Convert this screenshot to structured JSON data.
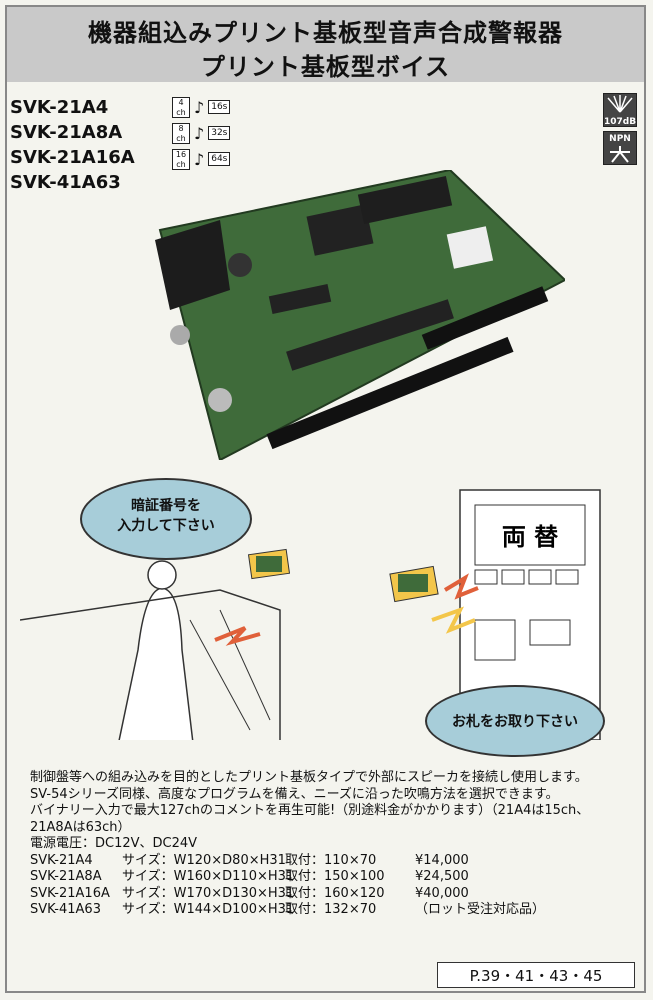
{
  "title": {
    "line1": "機器組込みプリント基板型音声合成警報器",
    "line2": "プリント基板型ボイス"
  },
  "models": [
    "SVK-21A4",
    "SVK-21A8A",
    "SVK-21A16A",
    "SVK-41A63"
  ],
  "model_specs": [
    {
      "channels": "4",
      "ch_unit": "ch",
      "seconds": "16s"
    },
    {
      "channels": "8",
      "ch_unit": "ch",
      "seconds": "32s"
    },
    {
      "channels": "16",
      "ch_unit": "ch",
      "seconds": "64s"
    }
  ],
  "side_icons": {
    "volume": "107dB",
    "output": "NPN"
  },
  "bubbles": {
    "left_line1": "暗証番号を",
    "left_line2": "入力して下さい",
    "right": "お札をお取り下さい"
  },
  "machine_sign": "両 替",
  "description": [
    "制御盤等への組み込みを目的としたプリント基板タイプで外部にスピーカを接続し使用します。",
    "SV-54シリーズ同様、高度なプログラムを備え、ニーズに沿った吹鳴方法を選択できます。",
    "バイナリー入力で最大127chのコメントを再生可能!（別途料金がかかります）（21A4は15ch、",
    "21A8Aは63ch）",
    "電源電圧：DC12V、DC24V"
  ],
  "products": [
    {
      "model": "SVK-21A4",
      "size": "サイズ：W120×D80×H31",
      "mount": "取付：110×70",
      "price": "¥14,000"
    },
    {
      "model": "SVK-21A8A",
      "size": "サイズ：W160×D110×H31",
      "mount": "取付：150×100",
      "price": "¥24,500"
    },
    {
      "model": "SVK-21A16A",
      "size": "サイズ：W170×D130×H31",
      "mount": "取付：160×120",
      "price": "¥40,000"
    },
    {
      "model": "SVK-41A63",
      "size": "サイズ：W144×D100×H31",
      "mount": "取付：132×70",
      "price": "（ロット受注対応品）"
    }
  ],
  "page_ref": "P.39・41・43・45",
  "colors": {
    "header_bg": "#c9c9c9",
    "bubble": "#a7cdd9",
    "pcb_green": "#3f6b3a",
    "accent_yellow": "#f3c64a",
    "accent_orange": "#e0603a"
  }
}
